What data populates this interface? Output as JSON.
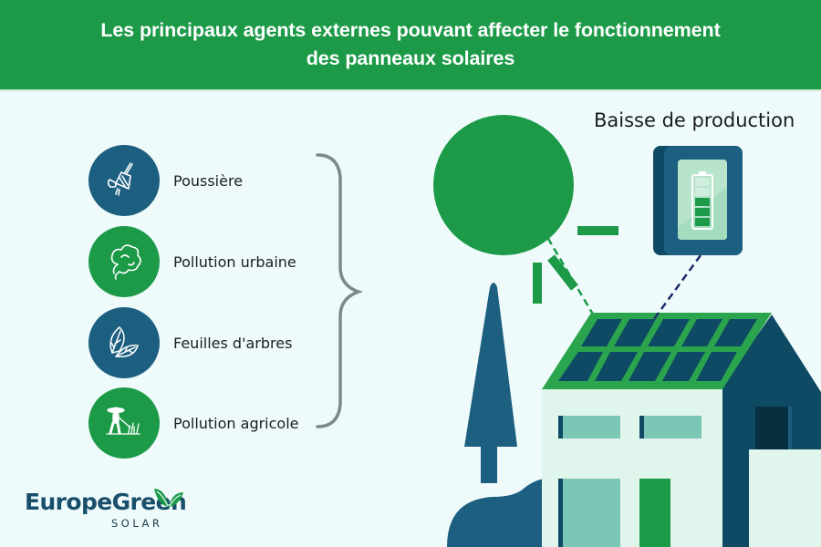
{
  "header": {
    "title_line1": "Les principaux agents externes pouvant affecter le fonctionnement",
    "title_line2": "des panneaux solaires",
    "background_color": "#1c9a48"
  },
  "agents": [
    {
      "label": "Poussière",
      "icon": "broom-dust-icon",
      "circle_color": "#1d5f80"
    },
    {
      "label": "Pollution urbaine",
      "icon": "smoke-cloud-icon",
      "circle_color": "#1c9a48"
    },
    {
      "label": "Feuilles d'arbres",
      "icon": "leaves-icon",
      "circle_color": "#1d5f80"
    },
    {
      "label": "Pollution agricole",
      "icon": "farmer-field-icon",
      "circle_color": "#1c9a48"
    }
  ],
  "illustration": {
    "production_label": "Baisse de production",
    "battery_levels_filled": 3,
    "battery_levels_total": 5
  },
  "logo": {
    "name": "EuropeGreen",
    "subtitle": "SOLAR"
  },
  "colors": {
    "green": "#1c9a48",
    "teal_blue": "#1d5f80",
    "dark_navy": "#0e4a63",
    "background": "#effbfb"
  }
}
